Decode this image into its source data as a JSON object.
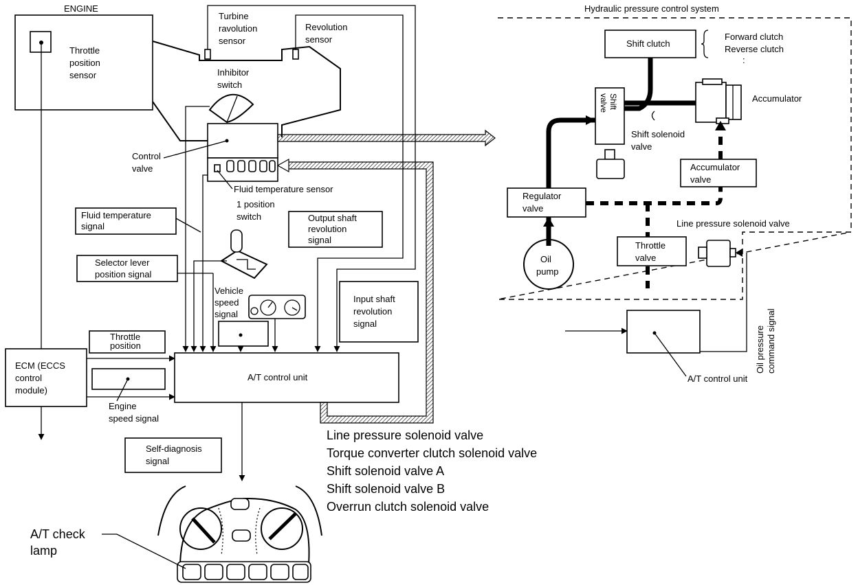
{
  "labels": {
    "engine": "ENGINE",
    "throttle_position_sensor": [
      "Throttle",
      "position",
      "sensor"
    ],
    "turbine_revolution_sensor": [
      "Turbine",
      "ravolution",
      "sensor"
    ],
    "revolution_sensor": [
      "Revolution",
      "sensor"
    ],
    "inhibitor_switch": [
      "Inhibitor",
      "switch"
    ],
    "control_valve": [
      "Control",
      "valve"
    ],
    "fluid_temperature_sensor": "Fluid temperature sensor",
    "fluid_temperature_signal": [
      "Fluid temperature",
      "signal"
    ],
    "one_position_switch": [
      "1 position",
      "switch"
    ],
    "output_shaft_revolution_signal": [
      "Output shaft",
      "revolution",
      "signal"
    ],
    "selector_lever_position_signal": [
      "Selector lever",
      "position signal"
    ],
    "vehicle_speed_signal": [
      "Vehicle",
      "speed",
      "signal"
    ],
    "input_shaft_revolution_signal": [
      "Input shaft",
      "revolution",
      "signal"
    ],
    "throttle_position": [
      "Throttle",
      "position"
    ],
    "ecm": [
      "ECM (ECCS",
      "control",
      "module)"
    ],
    "at_control_unit": "A/T control unit",
    "engine_speed_signal": [
      "Engine",
      "speed signal"
    ],
    "self_diagnosis_signal": [
      "Self-diagnosis",
      "signal"
    ],
    "at_check_lamp": [
      "A/T check",
      "lamp"
    ],
    "hydraulic_system": "Hydraulic pressure control system",
    "shift_clutch": "Shift clutch",
    "clutches": [
      "Forward clutch",
      "Reverse clutch",
      ":"
    ],
    "accumulator": "Accumulator",
    "shift_valve": [
      "Shift",
      "valve"
    ],
    "shift_solenoid_valve": [
      "Shift solenoid",
      "valve"
    ],
    "accumulator_valve": [
      "Accumulator",
      "valve"
    ],
    "regulator_valve": [
      "Regulator",
      "valve"
    ],
    "line_pressure_solenoid_valve_small": "Line pressure solenoid valve",
    "throttle_valve": [
      "Throttle",
      "valve"
    ],
    "oil_pump": [
      "Oil",
      "pump"
    ],
    "oil_pressure_command_signal": [
      "Oil pressure",
      "command signal"
    ],
    "at_control_unit_small": "A/T control unit"
  },
  "solenoid_list": [
    "Line pressure solenoid valve",
    "Torque converter clutch solenoid valve",
    "Shift solenoid valve A",
    "Shift solenoid valve B",
    "Overrun clutch solenoid valve"
  ]
}
